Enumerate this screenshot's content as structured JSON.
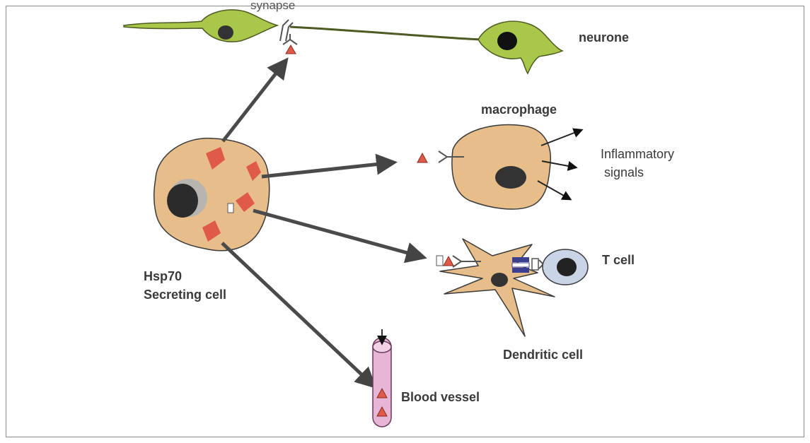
{
  "labels": {
    "synapse": "synapse",
    "neurone": "neurone",
    "macrophage": "macrophage",
    "inflammatory_line1": "Inflammatory",
    "inflammatory_line2": "signals",
    "t_cell": "T cell",
    "hsp70_line1": "Hsp70",
    "hsp70_line2": "Secreting cell",
    "dendritic_cell": "Dendritic cell",
    "blood_vessel": "Blood vessel"
  },
  "colors": {
    "cell_fill": "#e7be8a",
    "cell_stroke": "#3a3a3a",
    "neurone_fill": "#a9c84a",
    "hsp70_marker": "#e05a4a",
    "arrow": "#4a4a4a",
    "vessel_fill": "#e7b6d6",
    "t_cell_fill": "#c9d4e6",
    "receptor_stripes": "#3b3f8f"
  }
}
